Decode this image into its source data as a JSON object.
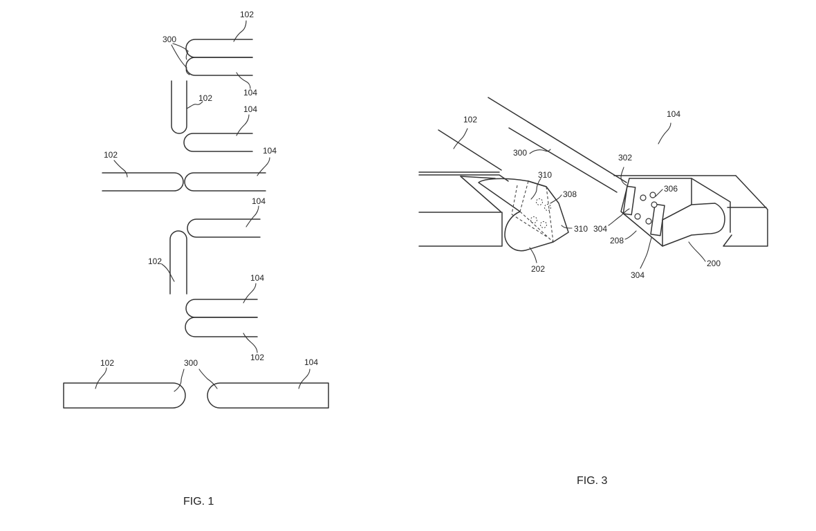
{
  "fig1": {
    "caption": "FIG. 1",
    "labels": {
      "a1_102": "102",
      "a1_300": "300",
      "a1_104": "104",
      "a2_102": "102",
      "a2_104": "104",
      "a3_102": "102",
      "a3_104": "104",
      "a4_104": "104",
      "a4_102": "102",
      "a5_104": "104",
      "a5_102": "102",
      "a6_102": "102",
      "a6_300": "300",
      "a6_104": "104"
    }
  },
  "fig3": {
    "caption": "FIG. 3",
    "labels": {
      "l102": "102",
      "l104": "104",
      "l300": "300",
      "l302": "302",
      "l310a": "310",
      "l308": "308",
      "l310b": "310",
      "l306": "306",
      "l304a": "304",
      "l208": "208",
      "l202": "202",
      "l304b": "304",
      "l200": "200"
    }
  }
}
